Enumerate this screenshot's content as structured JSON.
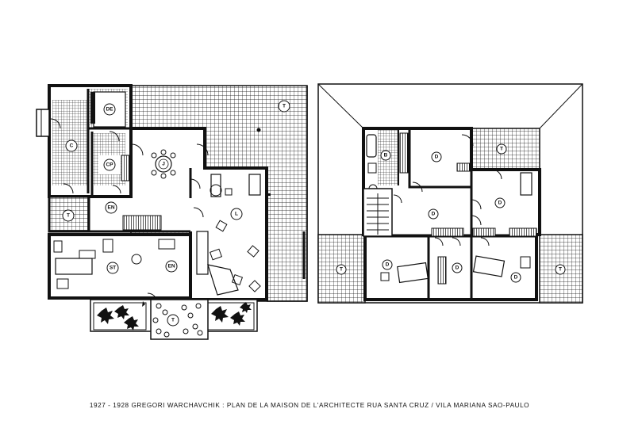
{
  "caption": "1927 - 1928   GREGORI  WARCHAVCHIK  :  PLAN  DE  LA  MAISON  DE  L'ARCHITECTE  RUA  SANTA  CRUZ / VILA  MARIANA  SAO-PAULO",
  "colors": {
    "ink": "#111111",
    "paper": "#ffffff"
  },
  "ground_floor": {
    "room_labels": [
      "DE",
      "C",
      "CP",
      "J",
      "EN",
      "T",
      "L",
      "ST",
      "EN",
      "T",
      "T"
    ]
  },
  "upper_floor": {
    "room_labels": [
      "B",
      "D",
      "T",
      "D",
      "D",
      "D",
      "D",
      "D",
      "T",
      "T"
    ]
  }
}
